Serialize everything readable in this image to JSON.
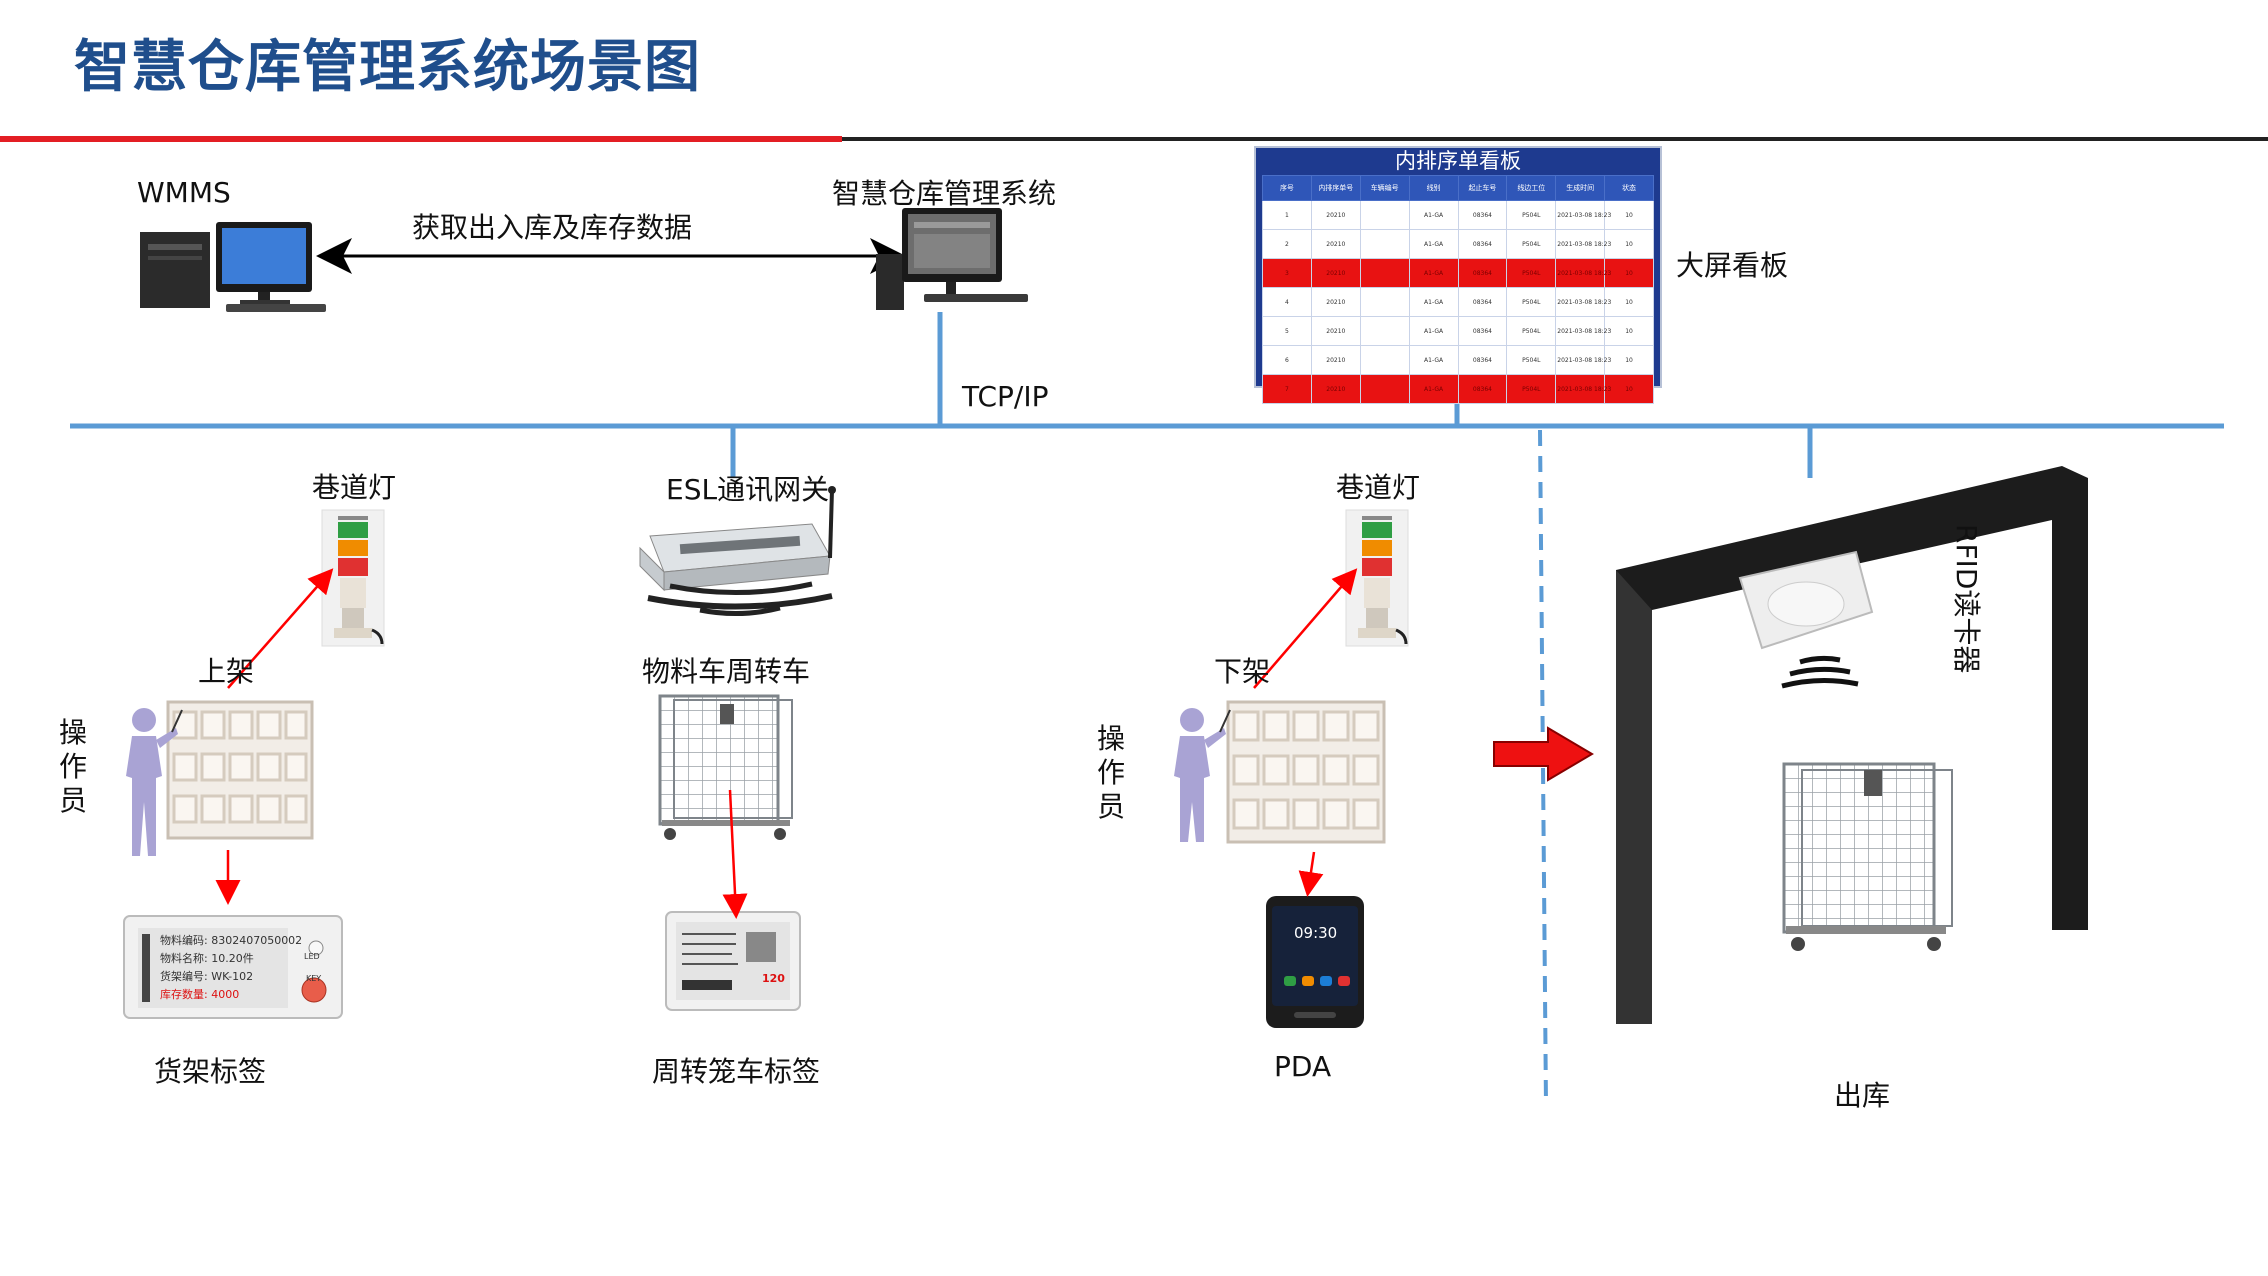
{
  "title": "智慧仓库管理系统场景图",
  "labels": {
    "wmms": "WMMS",
    "data_link": "获取出入库及库存数据",
    "system": "智慧仓库管理系统",
    "big_screen": "大屏看板",
    "tcpip": "TCP/IP",
    "aisle_light_1": "巷道灯",
    "esl_gateway": "ESL通讯网关",
    "aisle_light_2": "巷道灯",
    "rfid_reader": "RFID读卡器",
    "shelve_up": "上架",
    "cart": "物料车周转车",
    "shelve_down": "下架",
    "operator_1": [
      "操",
      "作",
      "员"
    ],
    "operator_2": [
      "操",
      "作",
      "员"
    ],
    "shelf_tag": "货架标签",
    "cage_tag": "周转笼车标签",
    "pda": "PDA",
    "outbound": "出库"
  },
  "board": {
    "title": "内排序单看板",
    "headers": [
      "序号",
      "内排序单号",
      "车辆编号",
      "线别",
      "起止车号",
      "线边工位",
      "生成时间",
      "状态"
    ],
    "rows": [
      {
        "cells": [
          "1",
          "20210",
          "",
          "A1-GA",
          "08364",
          "P504L",
          "2021-03-08 18:23",
          "10"
        ],
        "highlight": false
      },
      {
        "cells": [
          "2",
          "20210",
          "",
          "A1-GA",
          "08364",
          "P504L",
          "2021-03-08 18:23",
          "10"
        ],
        "highlight": false
      },
      {
        "cells": [
          "3",
          "20210",
          "",
          "A1-GA",
          "08364",
          "P504L",
          "2021-03-08 18:23",
          "10"
        ],
        "highlight": true
      },
      {
        "cells": [
          "4",
          "20210",
          "",
          "A1-GA",
          "08364",
          "P504L",
          "2021-03-08 18:23",
          "10"
        ],
        "highlight": false
      },
      {
        "cells": [
          "5",
          "20210",
          "",
          "A1-GA",
          "08364",
          "P504L",
          "2021-03-08 18:23",
          "10"
        ],
        "highlight": false
      },
      {
        "cells": [
          "6",
          "20210",
          "",
          "A1-GA",
          "08364",
          "P504L",
          "2021-03-08 18:23",
          "10"
        ],
        "highlight": false
      },
      {
        "cells": [
          "7",
          "20210",
          "",
          "A1-GA",
          "08364",
          "P504L",
          "2021-03-08 18:23",
          "10"
        ],
        "highlight": true
      }
    ]
  },
  "shelf_tag_display": {
    "line1": "物料编码: 8302407050002",
    "line2": "物料名称: 10.20件",
    "line3": "货架编号: WK-102",
    "line4": "库存数量: 4000",
    "led": "LED",
    "key": "KEY"
  },
  "cage_tag_display": {
    "value": "120"
  },
  "pda_display": {
    "time": "09:30"
  },
  "colors": {
    "title": "#1f4e8c",
    "network_line": "#5b9bd5",
    "red_bar": "#e31e24",
    "arrow_red": "#ff0000",
    "board_bg": "#1e3a8f",
    "row_highlight": "#e81212"
  },
  "icons": [
    "desktop-computer-icon",
    "server-computer-icon",
    "signal-tower-light-icon",
    "esl-gateway-icon",
    "shelf-rack-icon",
    "operator-person-icon",
    "electronic-shelf-label-icon",
    "cage-cart-icon",
    "pda-device-icon",
    "rfid-gate-icon"
  ]
}
